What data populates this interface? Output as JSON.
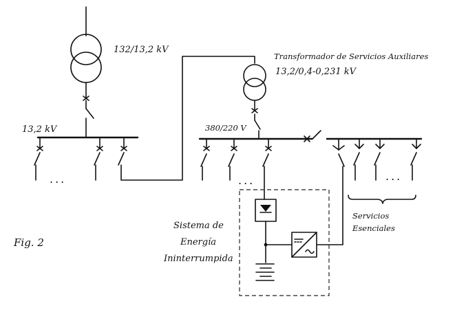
{
  "labels": {
    "main_transformer": "132/13,2 kV",
    "aux_transformer_title": "Transformador de Servicios Auxiliares",
    "aux_transformer_ratio": "13,2/0,4-0,231 kV",
    "busbar_hv": "13,2 kV",
    "busbar_lv": "380/220 V",
    "ups_line1": "Sistema de",
    "ups_line2": "Energía",
    "ups_line3": "Ininterrumpida",
    "essential_line1": "Servicios",
    "essential_line2": "Esenciales",
    "figure": "Fig. 2",
    "continuation": "..."
  }
}
